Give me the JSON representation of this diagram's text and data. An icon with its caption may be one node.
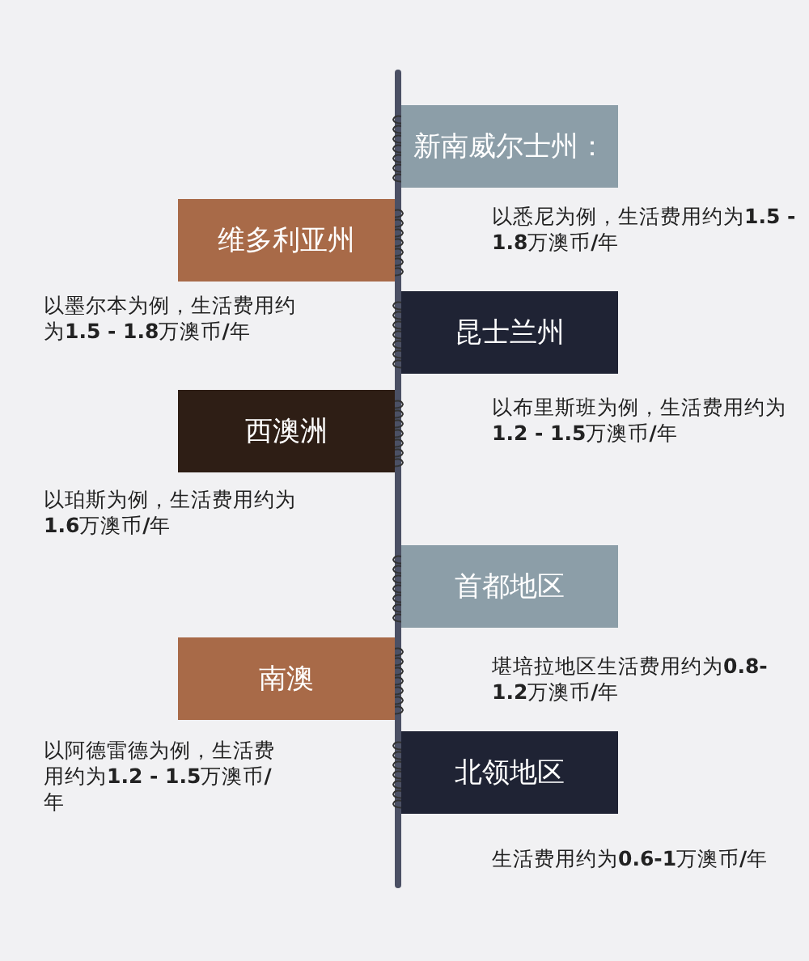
{
  "diagram": {
    "nodes": [
      {
        "text": [
          "新南威尔士州："
        ],
        "beside": [
          "以悉尼为例，生活费用约为**1.5 - 1.8**万澳币**/**年"
        ]
      },
      {
        "text": [
          "维多利亚州"
        ],
        "beside": [
          "以墨尔本为例，生活费用约为**1.5 - 1.8**万澳币**/**年"
        ]
      },
      {
        "text": [
          "昆士兰州"
        ],
        "beside": [
          "以布里斯班为例，生活费用约为**1.2 - 1.5**万澳币**/**年"
        ]
      },
      {
        "text": [
          "西澳洲"
        ],
        "beside": [
          "以珀斯为例，生活费用约为**1.6**万澳币**/**年"
        ]
      },
      {
        "text": [
          "首都地区"
        ],
        "beside": [
          "堪培拉地区生活费用约为**0.8-1.2**万澳币**/**年"
        ]
      },
      {
        "text": [
          "南澳"
        ],
        "beside": [
          "以阿德雷德为例，生活费用约为**1.2 - 1.5**万澳币**/**年"
        ]
      },
      {
        "text": [
          "北领地区"
        ],
        "beside": [
          "生活费用约为**0.6-1**万澳币**/**年"
        ]
      }
    ]
  }
}
